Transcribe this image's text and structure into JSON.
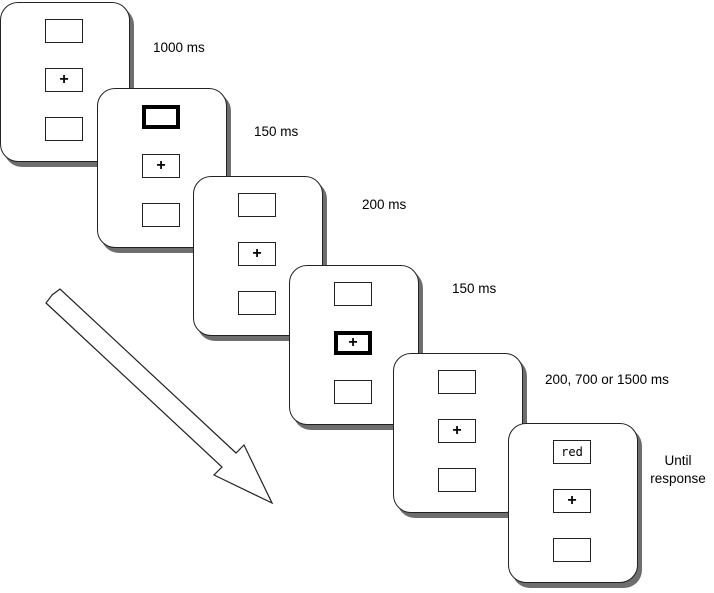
{
  "frames": [
    {
      "top": "",
      "middle": "+",
      "bottom": "",
      "cue": "none",
      "timing": "1000 ms"
    },
    {
      "top": "",
      "middle": "+",
      "bottom": "",
      "cue": "top",
      "timing": "150 ms"
    },
    {
      "top": "",
      "middle": "+",
      "bottom": "",
      "cue": "none",
      "timing": "200 ms"
    },
    {
      "top": "",
      "middle": "+",
      "bottom": "",
      "cue": "middle",
      "timing": "150 ms"
    },
    {
      "top": "",
      "middle": "+",
      "bottom": "",
      "cue": "none",
      "timing": "200, 700 or 1500 ms"
    },
    {
      "top": "red",
      "middle": "+",
      "bottom": "",
      "cue": "none",
      "timing": "Until response"
    }
  ],
  "colors": {
    "frame_border": "#222222",
    "shadow": "#6e6e6e",
    "cue_border": "#000000"
  },
  "icons": {
    "time_arrow": "arrow-down-right-icon"
  }
}
